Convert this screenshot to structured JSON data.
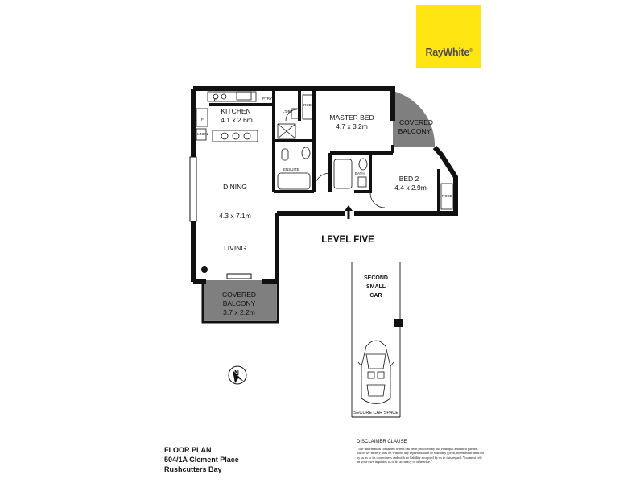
{
  "brand": {
    "name": "RayWhite",
    "mark": "®",
    "color": "#ffe512",
    "text_color": "#4b4b4b"
  },
  "rooms": {
    "kitchen": {
      "name": "KITCHEN",
      "size": "4.1 x 2.6m"
    },
    "laundry": {
      "name": "L'DRY"
    },
    "master_bed": {
      "name": "MASTER BED",
      "size": "4.7 x 3.2m"
    },
    "covered_balcony_top": {
      "name_line1": "COVERED",
      "name_line2": "BALCONY"
    },
    "ensuite": {
      "name": "ENSUITE"
    },
    "bath": {
      "name": "BATH"
    },
    "bed2": {
      "name": "BED 2",
      "size": "4.4 x 2.9m"
    },
    "dining": {
      "name": "DINING"
    },
    "living_size": {
      "size": "4.3 x 7.1m"
    },
    "living": {
      "name": "LIVING"
    },
    "covered_balcony_bottom": {
      "name_line1": "COVERED",
      "name_line2": "BALCONY",
      "size": "3.7 x 2.2m"
    }
  },
  "small_labels": {
    "pantry": "PTRY",
    "robe": "ROBE",
    "fridge": "F",
    "linen": "LINEN"
  },
  "level": "LEVEL FIVE",
  "car": {
    "second_line1": "SECOND",
    "second_line2": "SMALL",
    "second_line3": "CAR",
    "secure": "SECURE CAR SPACE"
  },
  "compass": {
    "letter": "N"
  },
  "footer": {
    "line1": "FLOOR PLAN",
    "line2": "504/1A Clement Place",
    "line3": "Rushcutters Bay"
  },
  "disclaimer": {
    "title": "DISCLAIMER CLAUSE",
    "text": "\"The information contained herein has been provided by our Principal and third parties, which we merely pass on without any representation or warranty given, intended or implied by us as to its correctness and with no liability accepted by us in this regard. You must rely on your own inquiries as to its accuracy or otherwise.\""
  },
  "colors": {
    "wall": "#111111",
    "balcony_fill": "#7f7f7f",
    "accent": "#ffe512"
  }
}
